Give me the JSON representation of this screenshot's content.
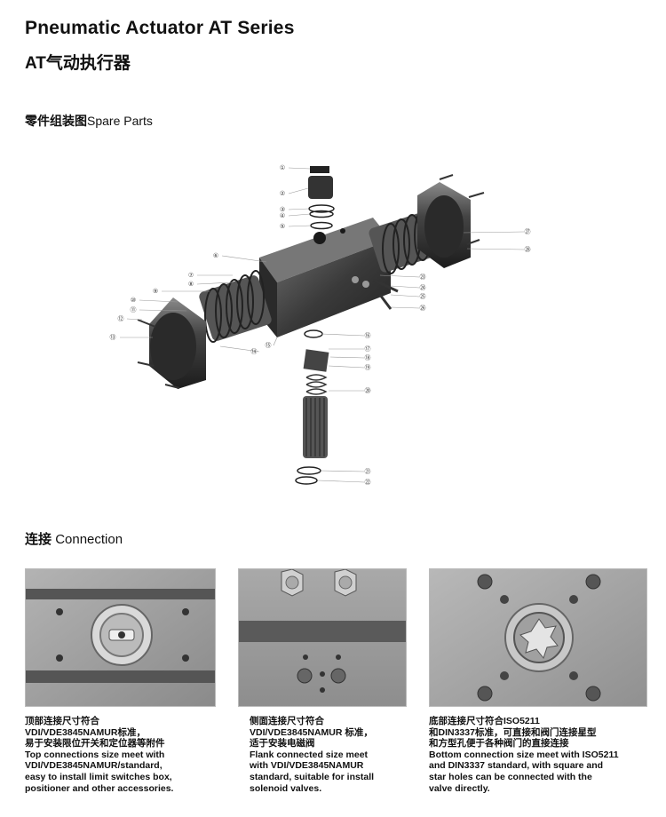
{
  "header": {
    "title_en": "Pneumatic Actuator AT Series",
    "title_cn": "AT气动执行器"
  },
  "spare_parts": {
    "heading_cn": "零件组装图",
    "heading_en": "Spare Parts",
    "callouts": [
      "①",
      "②",
      "③",
      "④",
      "⑤",
      "⑥",
      "⑦",
      "⑧",
      "⑨",
      "⑩",
      "⑪",
      "⑫",
      "⑬",
      "⑭",
      "⑮",
      "⑯",
      "⑰",
      "⑱",
      "⑲",
      "⑳",
      "㉑",
      "㉒",
      "㉓",
      "㉔",
      "㉕",
      "㉖",
      "㉗",
      "㉘"
    ]
  },
  "connection": {
    "heading_cn": "连接",
    "heading_en": "Connection",
    "captions": [
      {
        "lines": [
          "顶部连接尺寸符合",
          "VDI/VDE3845NAMUR标准，",
          "易于安装限位开关和定位器等附件",
          "Top connections size meet with",
          "VDI/VDE3845NAMUR/standard,",
          "easy to install limit switches box,",
          "positioner and other accessories."
        ]
      },
      {
        "lines": [
          "侧面连接尺寸符合",
          "VDI/VDE3845NAMUR 标准，",
          "适于安装电磁阀",
          "Flank connected size meet",
          "with VDI/VDE3845NAMUR",
          "standard, suitable for install",
          "solenoid valves."
        ]
      },
      {
        "lines": [
          "底部连接尺寸符合ISO5211",
          "和DIN3337标准，可直接和阀门连接星型",
          "和方型孔便于各种阀门的直接连接",
          "Bottom connection size meet with ISO5211",
          "and DIN3337 standard, with square and",
          "star holes can be connected with the",
          "valve directly."
        ]
      }
    ]
  }
}
